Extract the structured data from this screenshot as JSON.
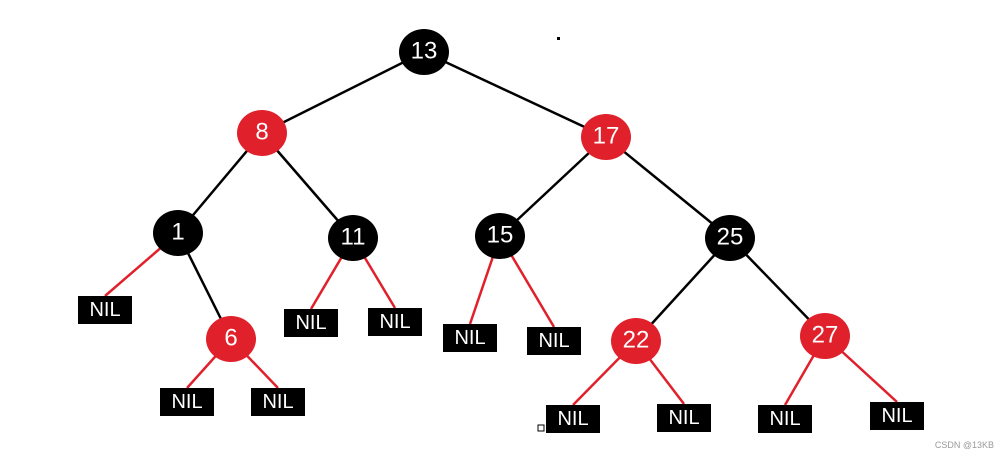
{
  "colors": {
    "red": "#e0202a",
    "black": "#000000",
    "red_edge": "#e0202a",
    "black_edge": "#000000"
  },
  "nodes": [
    {
      "id": "n13",
      "label": "13",
      "color": "black"
    },
    {
      "id": "n8",
      "label": "8",
      "color": "red"
    },
    {
      "id": "n17",
      "label": "17",
      "color": "red"
    },
    {
      "id": "n1",
      "label": "1",
      "color": "black"
    },
    {
      "id": "n11",
      "label": "11",
      "color": "black"
    },
    {
      "id": "n15",
      "label": "15",
      "color": "black"
    },
    {
      "id": "n25",
      "label": "25",
      "color": "black"
    },
    {
      "id": "n6",
      "label": "6",
      "color": "red"
    },
    {
      "id": "n22",
      "label": "22",
      "color": "red"
    },
    {
      "id": "n27",
      "label": "27",
      "color": "red"
    }
  ],
  "nil_label": "NIL",
  "edges": [
    {
      "from": "n13",
      "to": "n8"
    },
    {
      "from": "n13",
      "to": "n17"
    },
    {
      "from": "n8",
      "to": "n1"
    },
    {
      "from": "n8",
      "to": "n11"
    },
    {
      "from": "n17",
      "to": "n15"
    },
    {
      "from": "n17",
      "to": "n25"
    },
    {
      "from": "n1",
      "to": "n6"
    },
    {
      "from": "n25",
      "to": "n22"
    },
    {
      "from": "n25",
      "to": "n27"
    }
  ],
  "nil_parents": [
    "n1",
    "n11",
    "n11",
    "n15",
    "n15",
    "n6",
    "n6",
    "n22",
    "n22",
    "n27",
    "n27"
  ],
  "watermark": "CSDN @13KB"
}
